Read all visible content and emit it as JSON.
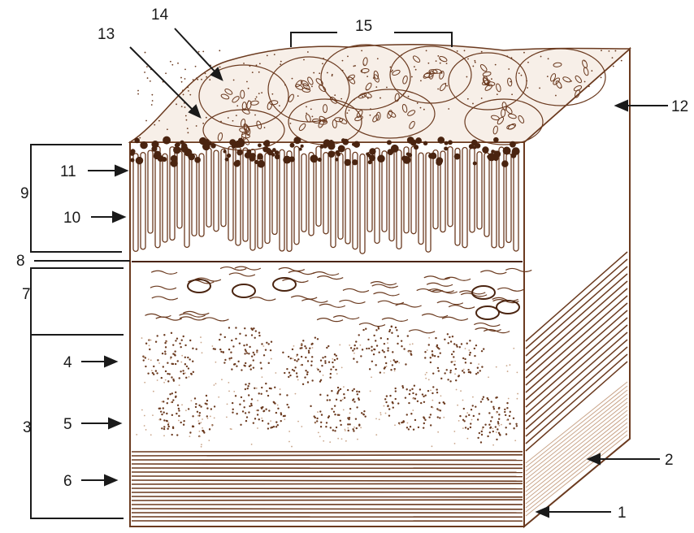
{
  "colors": {
    "ink": "#6b3a1f",
    "dark": "#4a2410",
    "light": "#c9a58a",
    "line": "#1a1a1a",
    "background": "#ffffff"
  },
  "labels": {
    "l1": "1",
    "l2": "2",
    "l3": "3",
    "l4": "4",
    "l5": "5",
    "l6": "6",
    "l7": "7",
    "l8": "8",
    "l9": "9",
    "l10": "10",
    "l11": "11",
    "l12": "12",
    "l13": "13",
    "l14": "14",
    "l15": "15"
  }
}
